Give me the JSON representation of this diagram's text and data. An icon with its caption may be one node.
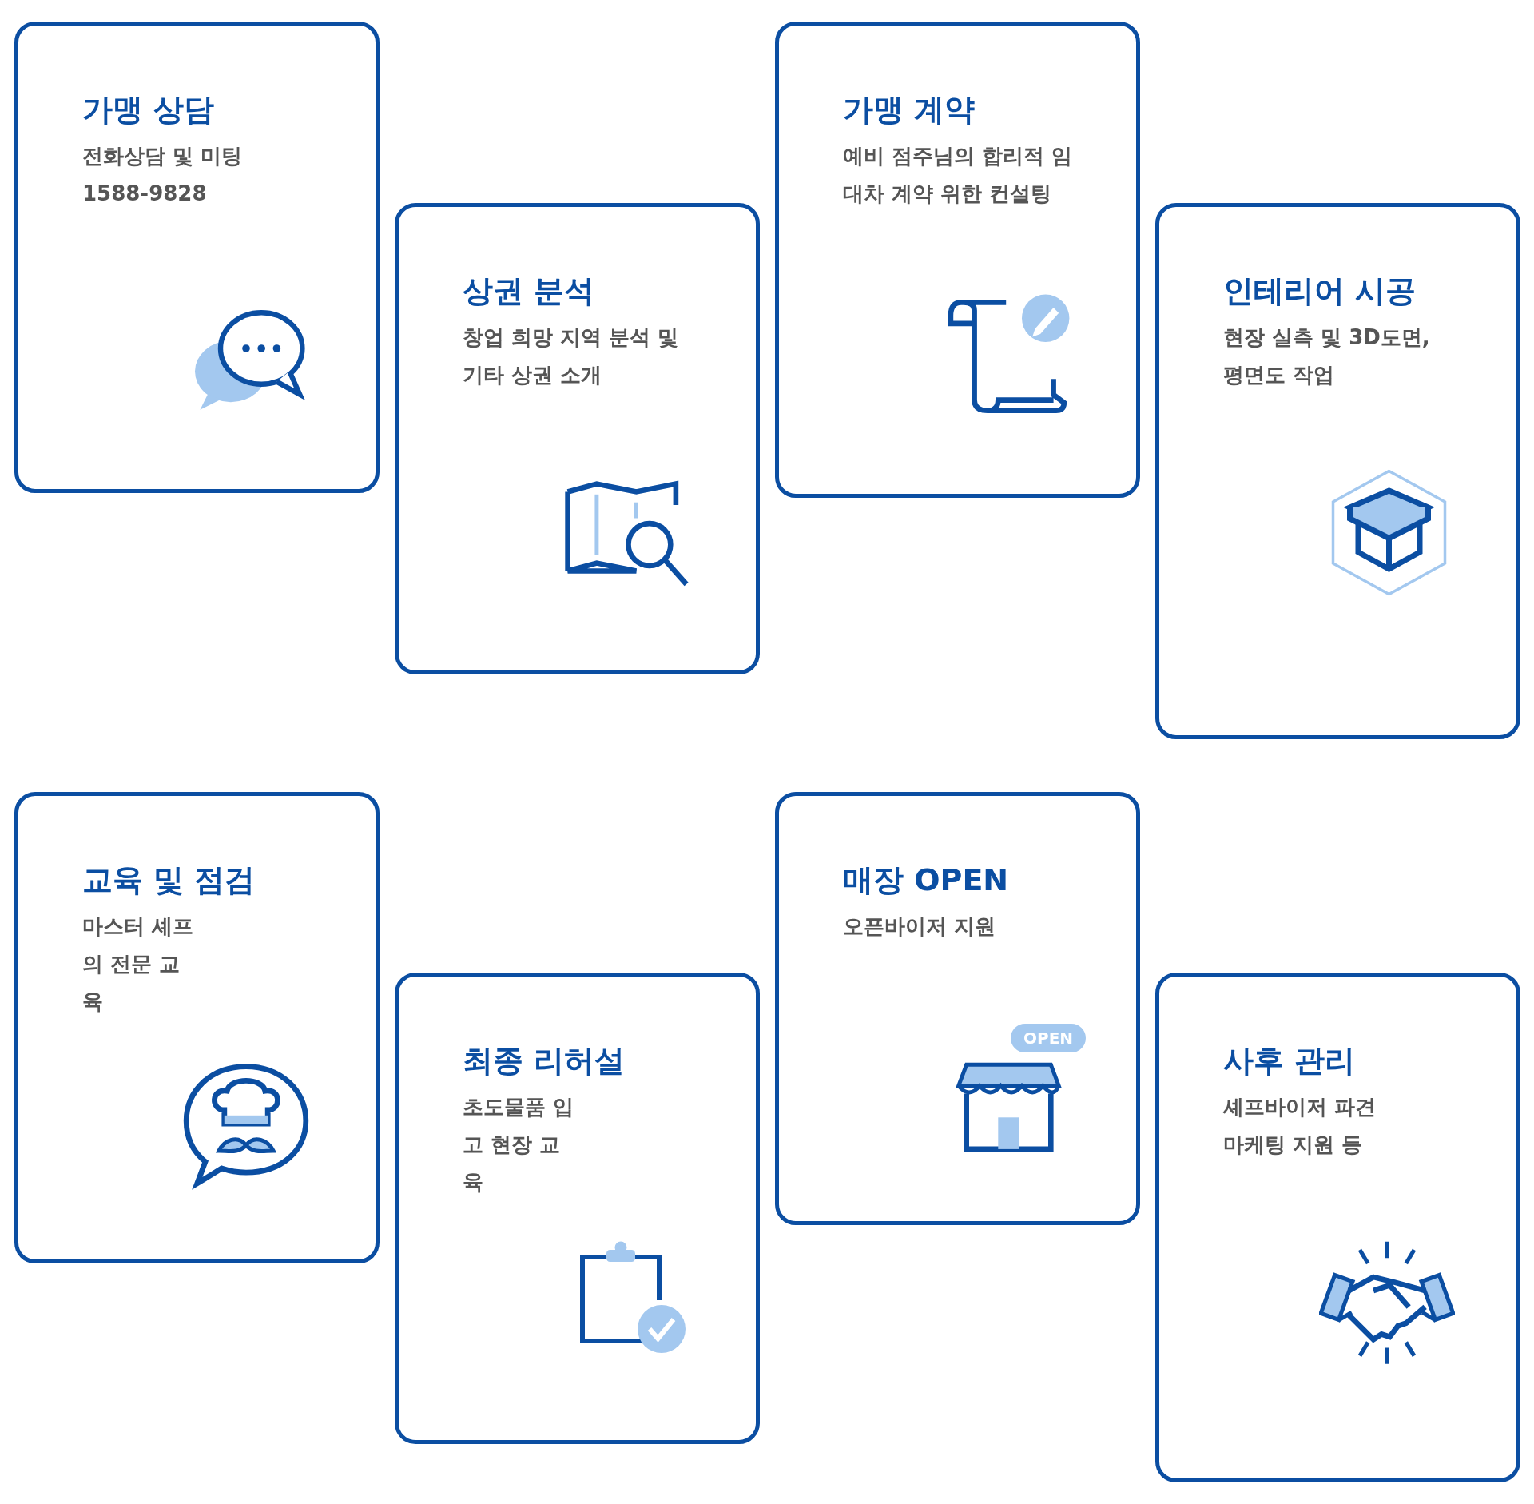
{
  "diagram": {
    "nodes": [
      {
        "text": [
          "가맹 상담",
          "전화상담 및 미팅 1588-9828"
        ]
      },
      {
        "text": [
          "상권 분석",
          "창업 희망 지역 분석 및 기타 상권 소개"
        ]
      },
      {
        "text": [
          "가맹 계약",
          "예비 점주님의 합리적 임대차 계약 위한 컨설팅"
        ]
      },
      {
        "text": [
          "인테리어 시공",
          "현장 실측 및 3D도면, 평면도 작업"
        ]
      },
      {
        "text": [
          "교육 및 점검",
          "마스터 셰프의 전문 교육"
        ]
      },
      {
        "text": [
          "최종 리허설",
          "초도물품 입고 현장 교육"
        ]
      },
      {
        "text": [
          "매장 OPEN",
          "오픈바이저 지원"
        ]
      },
      {
        "text": [
          "사후 관리",
          "셰프바이저 파견 마케팅 지원 등"
        ]
      }
    ],
    "labels": [
      "OPEN"
    ]
  }
}
